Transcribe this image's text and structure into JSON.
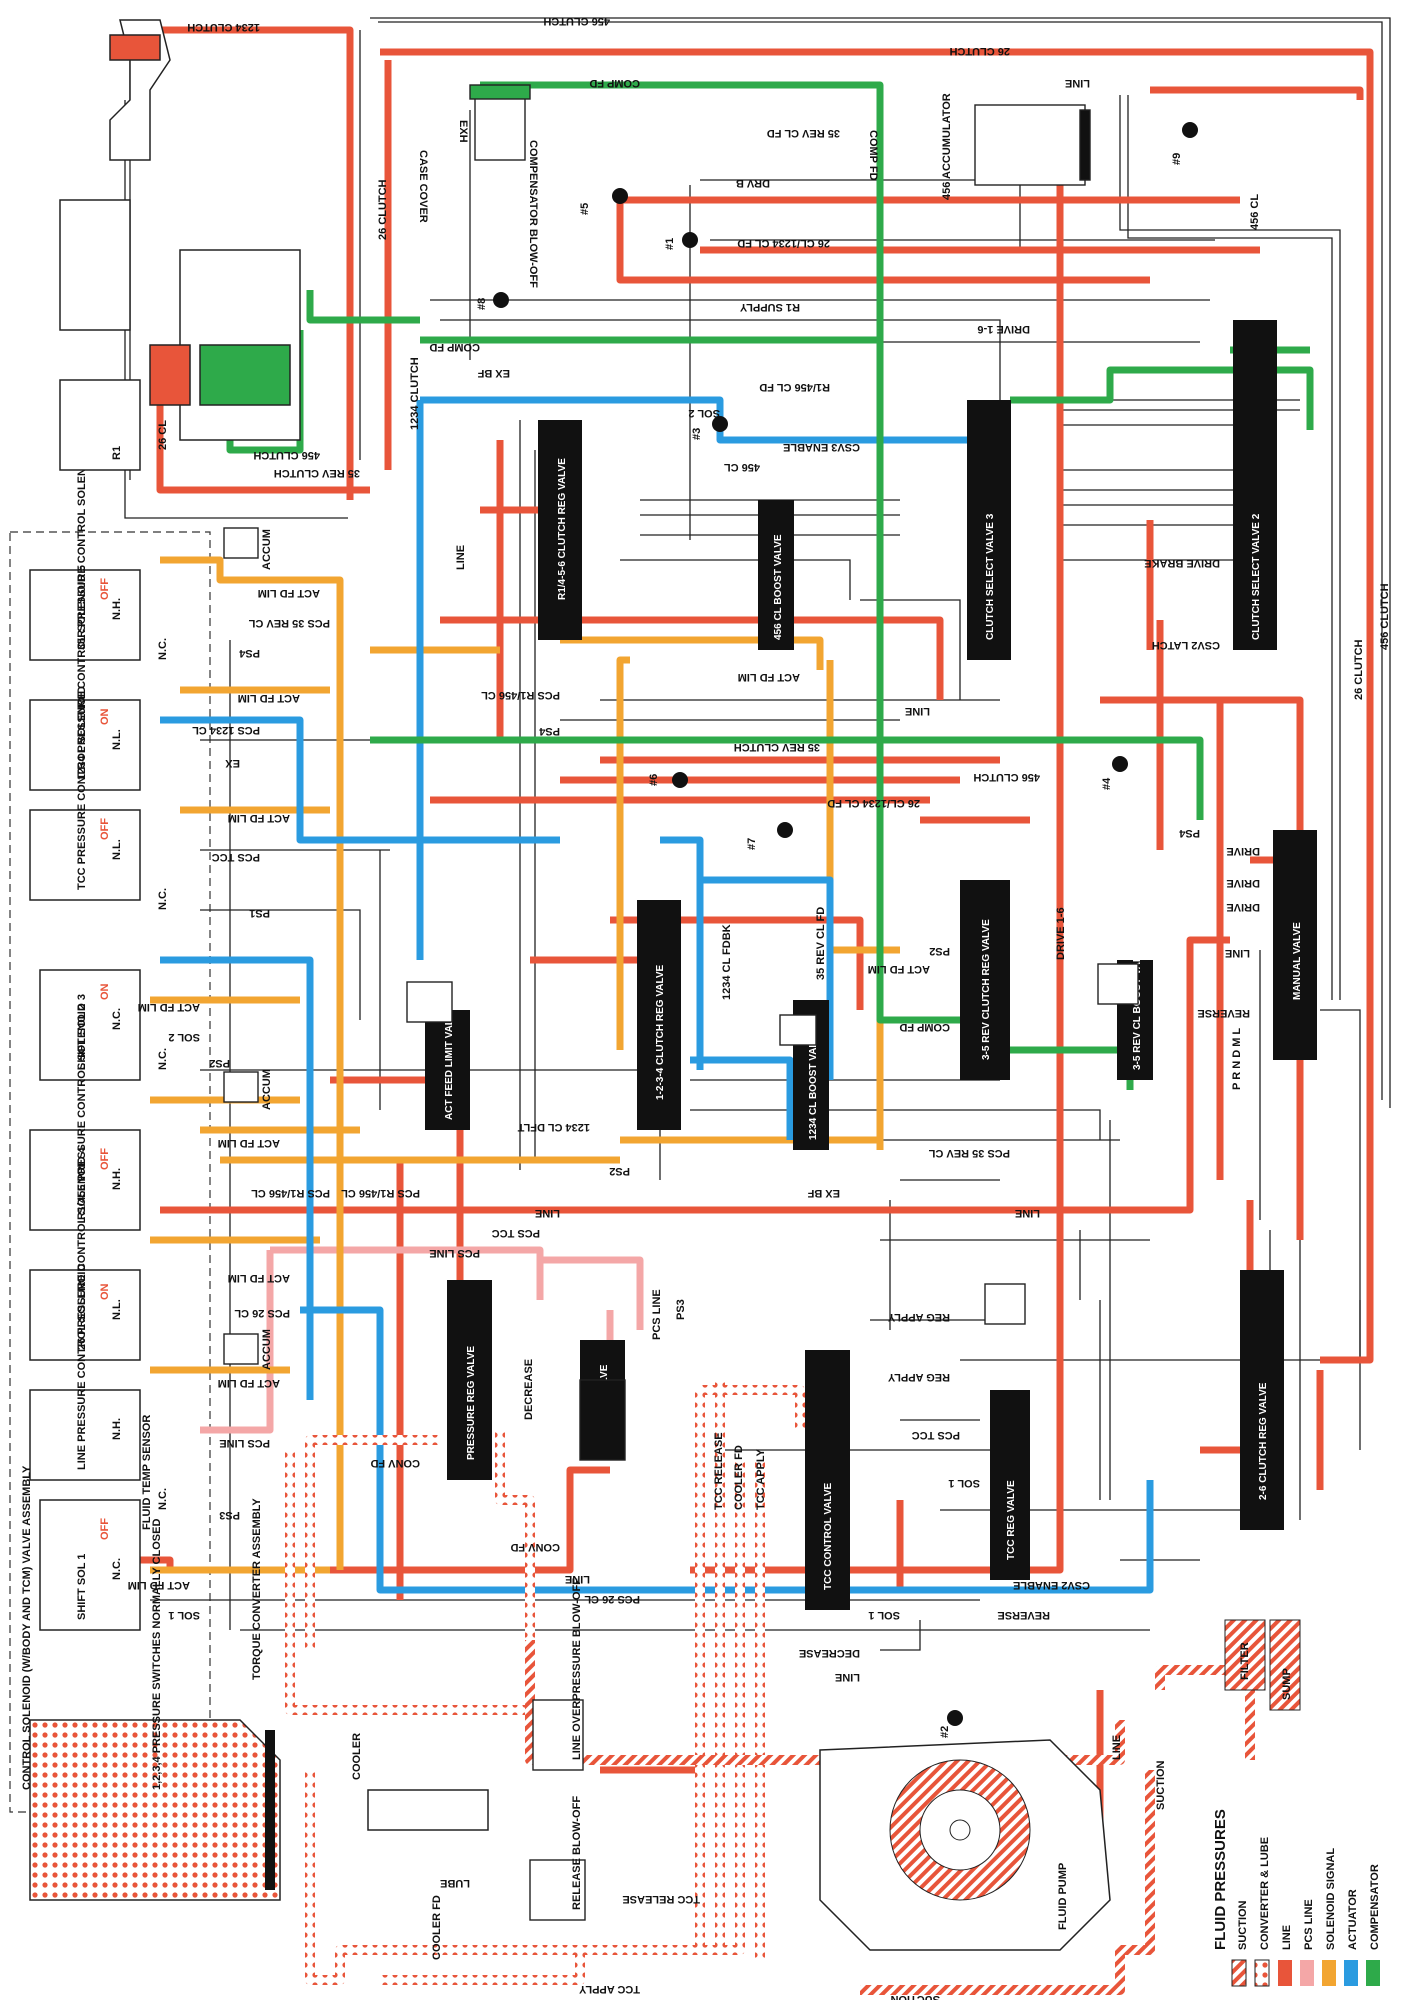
{
  "colors": {
    "suction": "#e8553a",
    "converter_lube": "#e8553a",
    "line": "#e8553a",
    "pcs_line": "#f4a7a7",
    "solenoid_signal": "#f2a531",
    "actuator": "#2a9be0",
    "compensator": "#2eaa4a",
    "exhaust": "#ffffff",
    "valve_body": "#111111"
  },
  "legend": {
    "title": "FLUID PRESSURES",
    "items": [
      "SUCTION",
      "CONVERTER & LUBE",
      "LINE",
      "PCS LINE",
      "SOLENOID SIGNAL",
      "ACTUATOR",
      "COMPENSATOR"
    ]
  },
  "solenoids": [
    {
      "name": "35R PRESSURE CONTROL SOLENOID 2",
      "type": "N.H.",
      "state": "OFF"
    },
    {
      "name": "1234 PRESSURE CONTROL SOLENOID 5",
      "type": "N.L.",
      "state": "ON"
    },
    {
      "name": "TCC PRESSURE CONTROL SOLENOID",
      "type": "N.L.",
      "state": "OFF"
    },
    {
      "name": "SHIFT SOL 2",
      "type": "N.C.",
      "state": "ON"
    },
    {
      "name": "R1/456 PRESSURE CONTROL SOLENOID 3",
      "type": "N.H.",
      "state": "OFF"
    },
    {
      "name": "26 PRESSURE CONTROL SOLENOID 4",
      "type": "N.L.",
      "state": "ON"
    },
    {
      "name": "LINE PRESSURE CONTROL SOLENOID",
      "type": "N.H.",
      "state": ""
    },
    {
      "name": "SHIFT SOL 1",
      "type": "N.C.",
      "state": "OFF"
    }
  ],
  "valves": [
    "R1/4-5-6 CLUTCH REG VALVE",
    "456 CL BOOST VALVE",
    "CLUTCH SELECT VALVE 3",
    "CLUTCH SELECT VALVE 2",
    "1-2-3-4 CLUTCH REG VALVE",
    "1234 CL BOOST VALVE",
    "3-5 REV CLUTCH REG VALVE",
    "3-5 REV CL BOOST VALVE",
    "MANUAL VALVE",
    "ACT FEED LIMIT VALVE",
    "PRESSURE REG VALVE",
    "ISOLATOR VALVE",
    "TCC CONTROL VALVE",
    "TCC REG VALVE",
    "2-6 CLUTCH REG VALVE"
  ],
  "labels": {
    "clutch_1234": "1234 CLUTCH",
    "clutch_456": "456 CLUTCH",
    "clutch_26": "26 CLUTCH",
    "line": "LINE",
    "comp_fd": "COMP FD",
    "exh": "EXH",
    "case_cover": "CASE COVER",
    "comp_blowoff": "COMPENSATOR BLOW-OFF",
    "accum_456": "456 ACCUMULATOR",
    "rev35_cl_fd": "35 REV CL FD",
    "drv_b": "DRV B",
    "cl26_1234": "26 CL/1234 CL FD",
    "r1_supply": "R1 SUPPLY",
    "drive16": "DRIVE 1-6",
    "ex_bf": "EX BF",
    "sol2": "SOL 2",
    "r1456_cl_fd": "R1/456 CL FD",
    "csv3_enable": "CSV3 ENABLE",
    "cl456": "456 CL",
    "cl26": "26 CL",
    "r1": "R1",
    "rev35_clutch": "35 REV CLUTCH",
    "act_fd_lim": "ACT FD LIM",
    "pcs35": "PCS 35 REV CL",
    "ps4": "PS4",
    "pcs_r1456": "PCS R1/456 CL",
    "pcs1234": "PCS 1234 CL",
    "pcs_tcc": "PCS TCC",
    "ps1": "PS1",
    "ps2": "PS2",
    "pcs_line": "PCS LINE",
    "pcs26": "PCS 26 CL",
    "ps3": "PS3",
    "conv_fd": "CONV FD",
    "sol1": "SOL 1",
    "csv2_enable": "CSV2 ENABLE",
    "reverse": "REVERSE",
    "decrease": "DECREASE",
    "tcc_release": "TCC RELEASE",
    "cooler_fd": "COOLER FD",
    "tcc_apply": "TCC APPLY",
    "reg_apply": "REG APPLY",
    "torque_converter": "TORQUE CONVERTER ASSEMBLY",
    "cooler": "COOLER",
    "lube": "LUBE",
    "line_blowoff": "LINE OVERPRESSURE BLOW-OFF",
    "release_blowoff": "RELEASE BLOW-OFF",
    "filter": "FILTER",
    "sump": "SUMP",
    "fluid_pump": "FLUID PUMP",
    "suction": "SUCTION",
    "fluid_temp": "FLUID TEMP SENSOR",
    "ctrl_assy": "CONTROL SOLENOID (W/BODY AND TCM) VALVE ASSEMBLY",
    "switches": "1,2,3,4 PRESSURE SWITCHES NORMALLY CLOSED",
    "prndm": "P R N D M L",
    "accum": "ACCUM",
    "ex": "EX",
    "drive": "DRIVE",
    "nc": "N.C.",
    "drive_brake": "DRIVE BRAKE",
    "csv2_latch": "CSV2 LATCH",
    "cl_dflt1234": "1234 CL DFLT",
    "cl_fdbk": "1234 CL FDBK"
  },
  "checkballs": [
    "#1",
    "#2",
    "#3",
    "#4",
    "#5",
    "#6",
    "#7",
    "#8",
    "#9"
  ]
}
